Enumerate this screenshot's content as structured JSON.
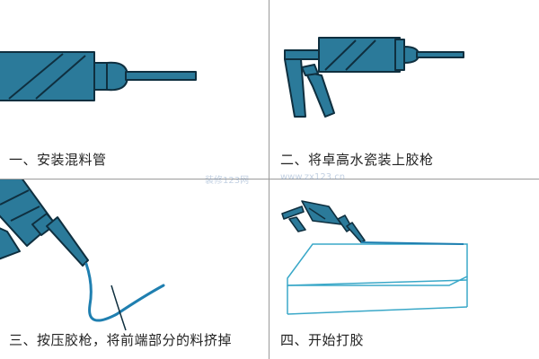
{
  "colors": {
    "gun_fill": "#2b7a9a",
    "outline": "#0f2f3f",
    "bead": "#1f7fb0",
    "board_line": "#3aa8c8",
    "divider": "#9a9a9a"
  },
  "steps": [
    {
      "caption": "一、安装混料管",
      "icon": "cartridge-with-mixer-icon"
    },
    {
      "caption": "二、将卓高水瓷装上胶枪",
      "icon": "caulking-gun-icon"
    },
    {
      "caption": "三、按压胶枪，将前端部分的料挤掉",
      "icon": "gun-extruding-bead-icon"
    },
    {
      "caption": "四、开始打胶",
      "icon": "gun-applying-on-board-icon"
    }
  ],
  "watermarks": [
    "装修123网",
    "www.zx123.cn"
  ]
}
